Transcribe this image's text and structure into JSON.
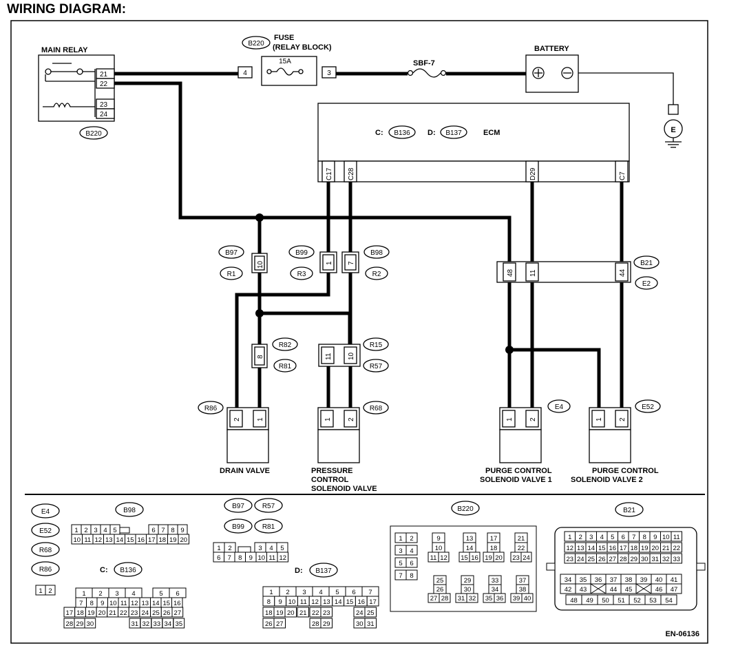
{
  "title": "WIRING DIAGRAM:",
  "figure_code": "EN-06136",
  "components": {
    "main_relay": {
      "label": "MAIN RELAY",
      "pins": [
        "21",
        "22",
        "23",
        "24"
      ],
      "connector": "B220"
    },
    "fuse": {
      "label1": "FUSE",
      "label2": "(RELAY BLOCK)",
      "rating": "15A",
      "connector": "B220",
      "pin_in": "4",
      "pin_out": "3"
    },
    "sbf": {
      "label": "SBF-7"
    },
    "battery": {
      "label": "BATTERY"
    },
    "ground": {
      "label": "E"
    },
    "ecm": {
      "label": "ECM",
      "c_prefix": "C:",
      "c_conn": "B136",
      "d_prefix": "D:",
      "d_conn": "B137",
      "pins": [
        "C17",
        "C28",
        "D29",
        "C7"
      ]
    },
    "b97": {
      "top": "B97",
      "bottom": "R1",
      "pin": "10"
    },
    "b99": {
      "top": "B99",
      "bottom": "R3",
      "pin": "1"
    },
    "b98": {
      "top": "B98",
      "bottom": "R2",
      "pin": "7"
    },
    "b21": {
      "top": "B21",
      "bottom": "E2",
      "pins": [
        "48",
        "11",
        "44"
      ]
    },
    "r82": {
      "top": "R82",
      "bottom": "R81",
      "pin": "8"
    },
    "r15": {
      "top": "R15",
      "bottom": "R57",
      "pins": [
        "11",
        "10"
      ]
    },
    "drain_valve": {
      "connector": "R86",
      "pins": [
        "2",
        "1"
      ],
      "label": "DRAIN VALVE"
    },
    "pressure_valve": {
      "connector": "R68",
      "pins": [
        "1",
        "2"
      ],
      "label1": "PRESSURE",
      "label2": "CONTROL",
      "label3": "SOLENOID VALVE"
    },
    "purge1": {
      "connector": "E4",
      "pins": [
        "1",
        "2"
      ],
      "label1": "PURGE CONTROL",
      "label2": "SOLENOID VALVE 1"
    },
    "purge2": {
      "connector": "E52",
      "pins": [
        "1",
        "2"
      ],
      "label1": "PURGE CONTROL",
      "label2": "SOLENOID VALVE 2"
    }
  },
  "legend": {
    "small_group": [
      "E4",
      "E52",
      "R68",
      "R86"
    ],
    "small_pins": [
      "1",
      "2"
    ],
    "b98": "B98",
    "b98_pins": {
      "row1": [
        "1",
        "2",
        "3",
        "4",
        "5",
        "",
        "6",
        "7",
        "8",
        "9"
      ],
      "row2": [
        "10",
        "11",
        "12",
        "13",
        "14",
        "15",
        "16",
        "17",
        "18",
        "19",
        "20"
      ]
    },
    "c_prefix": "C:",
    "b136": "B136",
    "b136_pins": {
      "row1": [
        "1",
        "2",
        "3",
        "4",
        "5",
        "6"
      ],
      "row2": [
        "7",
        "8",
        "9",
        "10",
        "11",
        "12",
        "13",
        "14",
        "15",
        "16"
      ],
      "row3": [
        "17",
        "18",
        "19",
        "20",
        "21",
        "22",
        "23",
        "24",
        "25",
        "26",
        "27"
      ],
      "row4": [
        "28",
        "29",
        "30",
        "31",
        "32",
        "33",
        "34",
        "35"
      ]
    },
    "mid_group": [
      "B97",
      "R57",
      "B99",
      "R81"
    ],
    "mid_pins": {
      "row1": [
        "1",
        "2",
        "3",
        "4",
        "5"
      ],
      "row2": [
        "6",
        "7",
        "8",
        "9",
        "10",
        "11",
        "12"
      ]
    },
    "d_prefix": "D:",
    "b137": "B137",
    "b137_pins": {
      "row1": [
        "1",
        "2",
        "3",
        "4",
        "5",
        "6",
        "7"
      ],
      "row2": [
        "8",
        "9",
        "10",
        "11",
        "12",
        "13",
        "14",
        "15",
        "16",
        "17"
      ],
      "row3": [
        "18",
        "19",
        "20",
        "21",
        "22",
        "23",
        "24",
        "25"
      ],
      "row4": [
        "26",
        "27",
        "28",
        "29",
        "30",
        "31"
      ]
    },
    "b220": "B220",
    "b220_pins": [
      "1",
      "2",
      "3",
      "4",
      "5",
      "6",
      "7",
      "8",
      "9",
      "10",
      "11",
      "12",
      "13",
      "14",
      "15",
      "16",
      "17",
      "18",
      "19",
      "20",
      "21",
      "22",
      "23",
      "24",
      "25",
      "26",
      "27",
      "28",
      "29",
      "30",
      "31",
      "32",
      "33",
      "34",
      "35",
      "36",
      "37",
      "38",
      "39",
      "40"
    ],
    "b21": "B21",
    "b21_pins": [
      "1",
      "2",
      "3",
      "4",
      "5",
      "6",
      "7",
      "8",
      "9",
      "10",
      "11",
      "12",
      "13",
      "14",
      "15",
      "16",
      "17",
      "18",
      "19",
      "20",
      "21",
      "22",
      "23",
      "24",
      "25",
      "26",
      "27",
      "28",
      "29",
      "30",
      "31",
      "32",
      "33",
      "34",
      "35",
      "36",
      "37",
      "38",
      "39",
      "40",
      "41",
      "42",
      "43",
      "44",
      "45",
      "46",
      "47",
      "48",
      "49",
      "50",
      "51",
      "52",
      "53",
      "54"
    ]
  }
}
